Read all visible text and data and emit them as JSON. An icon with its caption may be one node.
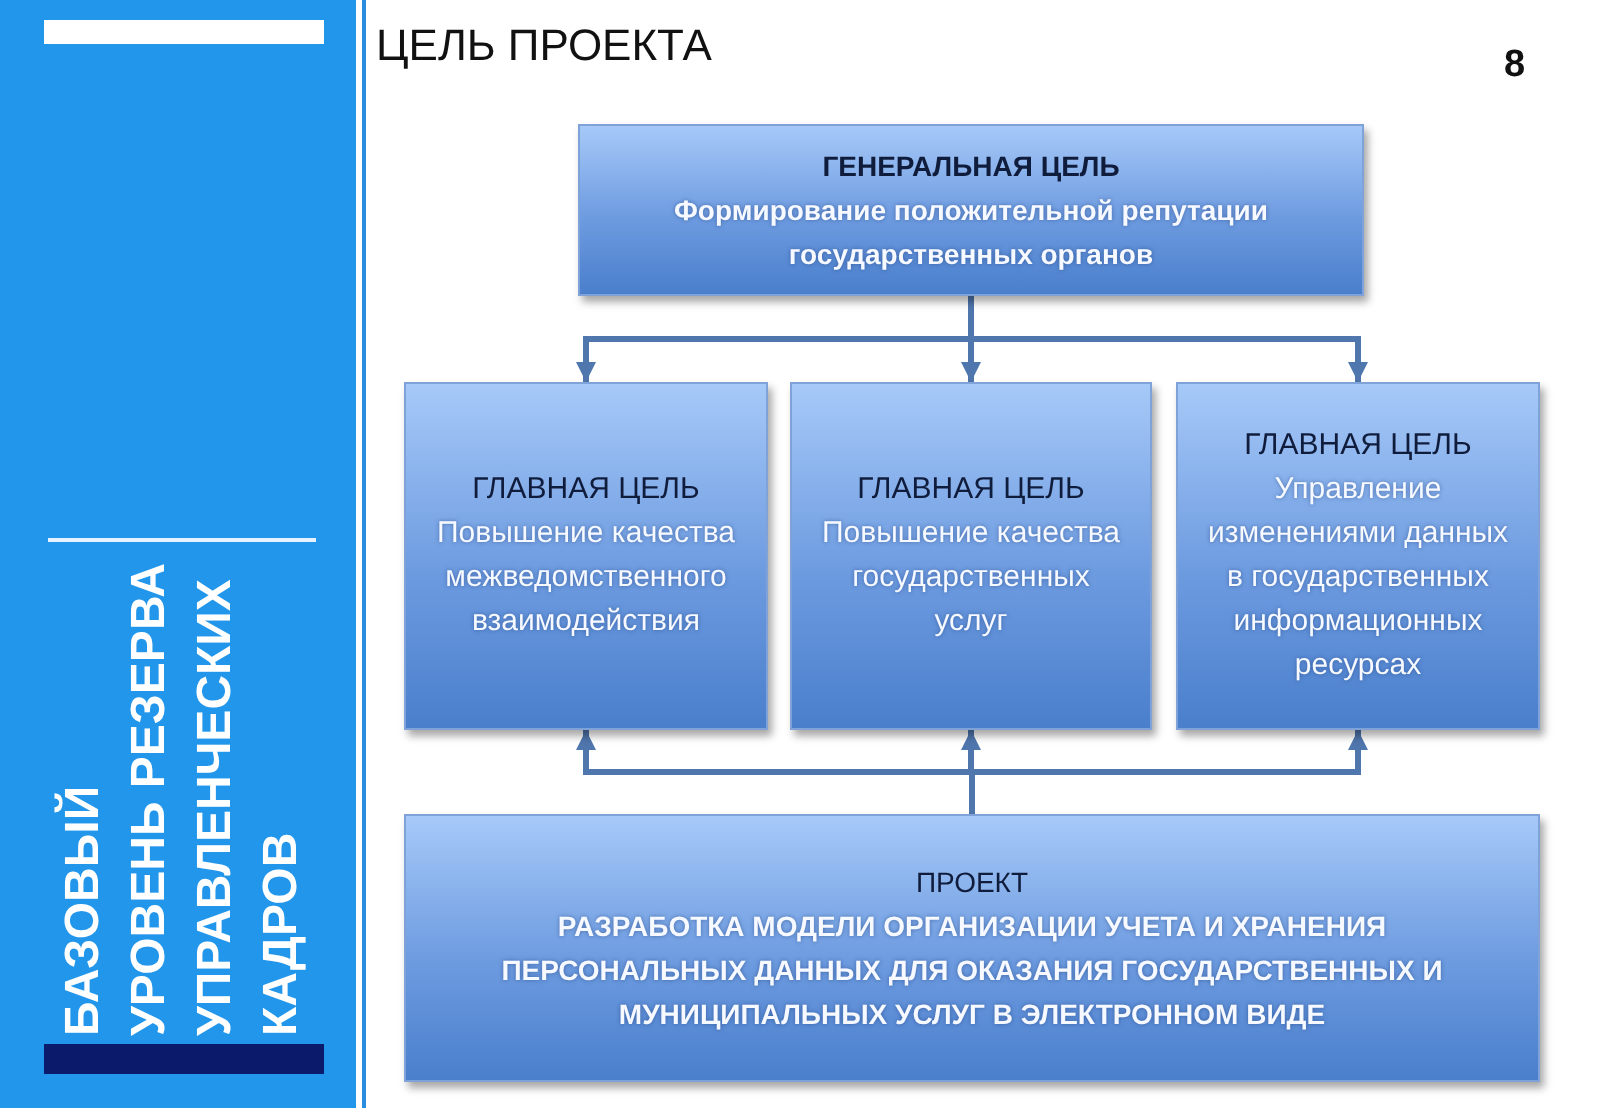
{
  "diagram": {
    "title": "ЦЕЛЬ ПРОЕКТА",
    "nodes": [
      {
        "text": [
          "ГЕНЕРАЛЬНАЯ ЦЕЛЬ",
          "Формирование положительной репутации государственных органов"
        ]
      },
      {
        "text": [
          "ГЛАВНАЯ ЦЕЛЬ",
          "Повышение качества межведомственного взаимодействия"
        ]
      },
      {
        "text": [
          "ГЛАВНАЯ ЦЕЛЬ",
          "Повышение качества государственных услуг"
        ]
      },
      {
        "text": [
          "ГЛАВНАЯ ЦЕЛЬ",
          "Управление изменениями данных в государственных информационных ресурсах"
        ]
      },
      {
        "text": [
          "ПРОЕКТ",
          "РАЗРАБОТКА МОДЕЛИ ОРГАНИЗАЦИИ УЧЕТА И ХРАНЕНИЯ ПЕРСОНАЛЬНЫХ ДАННЫХ ДЛЯ ОКАЗАНИЯ ГОСУДАРСТВЕННЫХ И МУНИЦИПАЛЬНЫХ УСЛУГ В ЭЛЕКТРОННОМ ВИДЕ"
        ]
      }
    ],
    "edges": [
      {
        "from": 0,
        "to": 1,
        "arrow": "to"
      },
      {
        "from": 0,
        "to": 2,
        "arrow": "to"
      },
      {
        "from": 0,
        "to": 3,
        "arrow": "to"
      },
      {
        "from": 4,
        "to": 1,
        "arrow": "to"
      },
      {
        "from": 4,
        "to": 2,
        "arrow": "to"
      },
      {
        "from": 4,
        "to": 3,
        "arrow": "to"
      }
    ],
    "labels": [
      "8",
      "БАЗОВЫЙ УРОВЕНЬ РЕЗЕРВА УПРАВЛЕНЧЕСКИХ КАДРОВ"
    ]
  }
}
